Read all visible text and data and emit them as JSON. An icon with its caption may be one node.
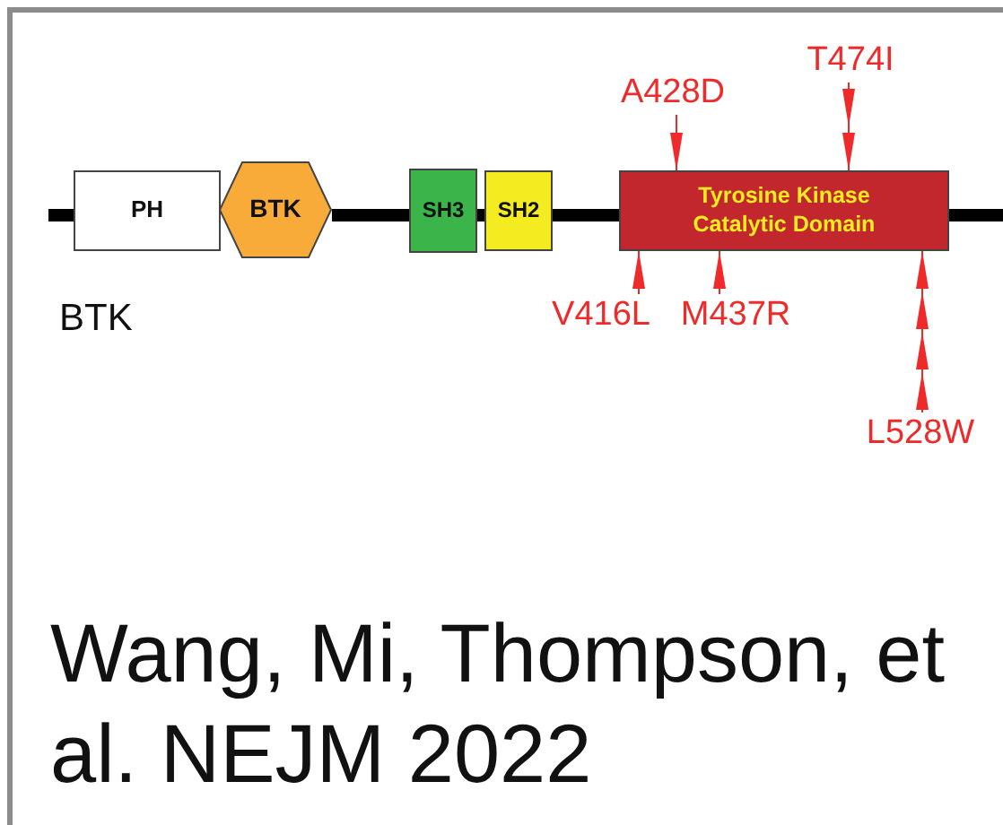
{
  "diagram": {
    "caption": "Wang, Mi, Thompson, et al. NEJM 2022",
    "nodes": [
      {
        "text": [
          "PH"
        ]
      },
      {
        "text": [
          "BTK"
        ]
      },
      {
        "text": [
          "SH3"
        ]
      },
      {
        "text": [
          "SH2"
        ]
      },
      {
        "text": [
          "Tyrosine Kinase Catalytic Domain"
        ]
      },
      {
        "text": [
          "A428D"
        ]
      },
      {
        "text": [
          "T474I"
        ]
      },
      {
        "text": [
          "V416L"
        ]
      },
      {
        "text": [
          "M437R"
        ]
      },
      {
        "text": [
          "L528W"
        ]
      }
    ],
    "edges": [
      {
        "from": null,
        "to": 0,
        "arrow": "none",
        "style": "thick"
      },
      {
        "from": 1,
        "to": 2,
        "arrow": "none",
        "style": "thick"
      },
      {
        "from": 2,
        "to": 3,
        "arrow": "none",
        "style": "thick"
      },
      {
        "from": 3,
        "to": 4,
        "arrow": "none",
        "style": "thick"
      },
      {
        "from": 4,
        "to": null,
        "arrow": "none",
        "style": "thick"
      },
      {
        "from": 5,
        "to": 4,
        "arrow": "to",
        "color": "#ee2a2a"
      },
      {
        "from": 6,
        "to": 4,
        "arrow": "to",
        "color": "#ee2a2a"
      },
      {
        "from": 7,
        "to": 4,
        "arrow": "to",
        "color": "#ee2a2a"
      },
      {
        "from": 8,
        "to": 4,
        "arrow": "to",
        "color": "#ee2a2a"
      },
      {
        "from": 9,
        "to": 4,
        "arrow": "to",
        "color": "#ee2a2a"
      }
    ],
    "labels": [
      "BTK"
    ]
  }
}
